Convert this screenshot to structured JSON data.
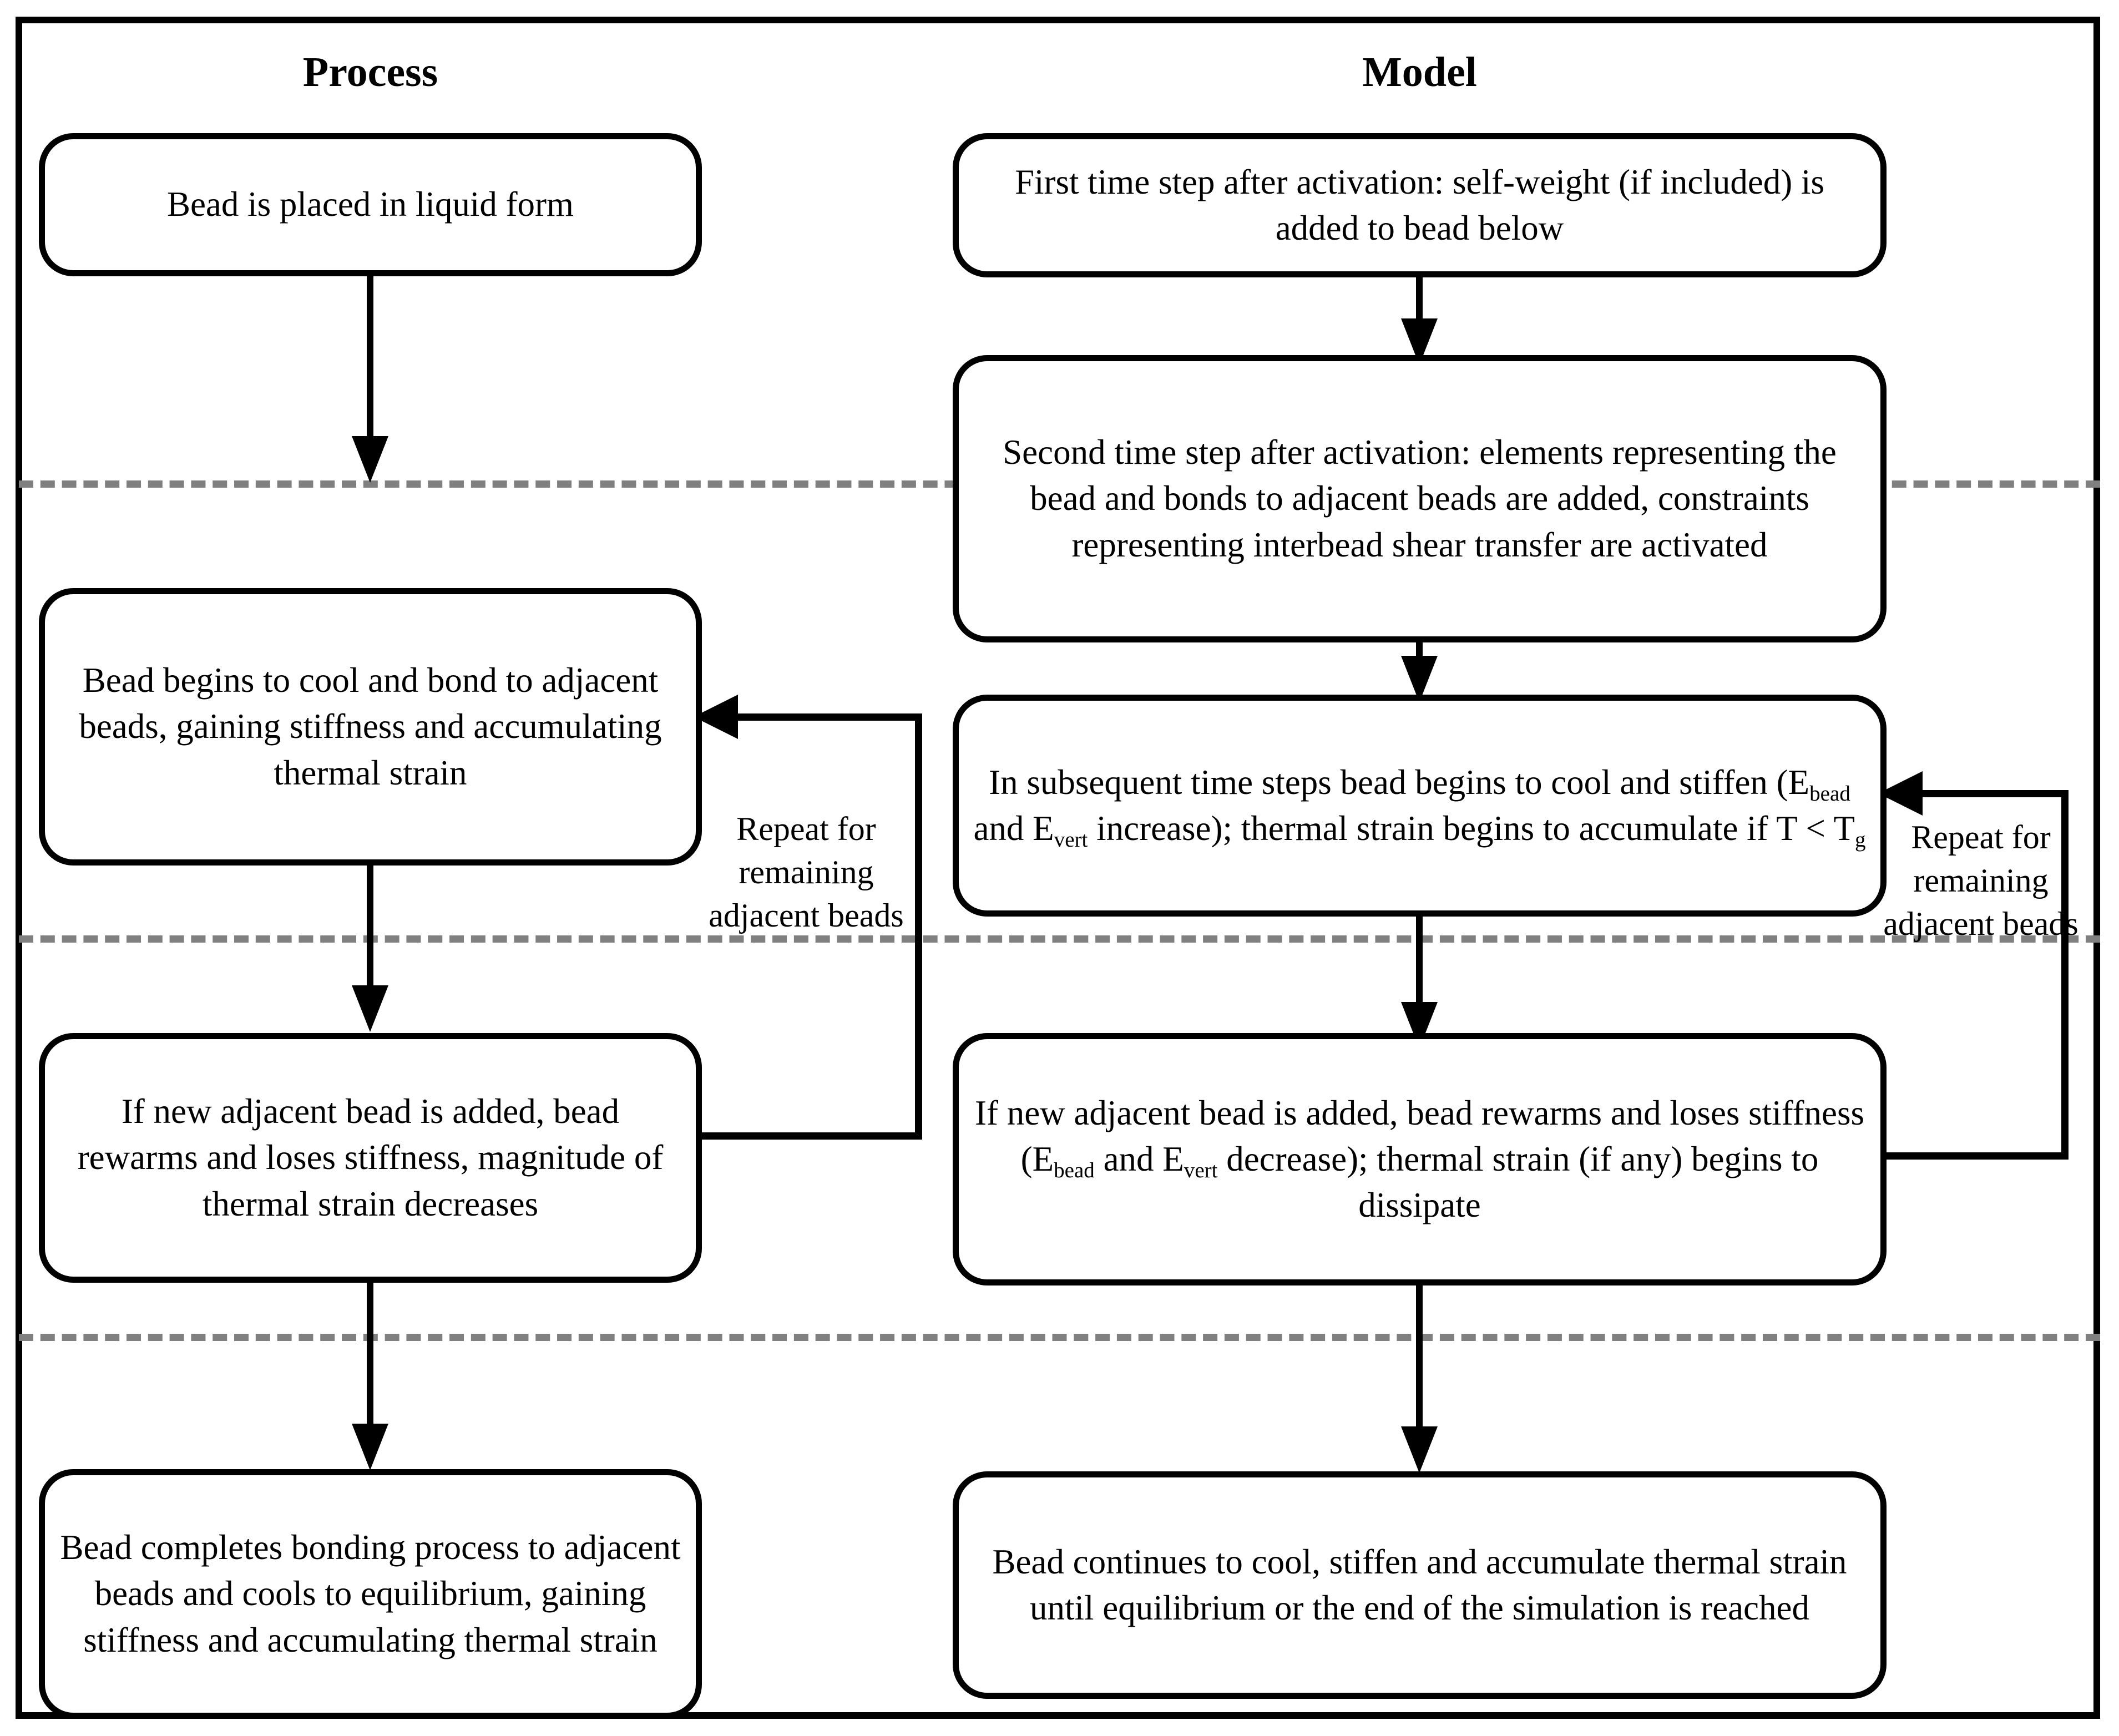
{
  "figure": {
    "type": "flowchart",
    "columns": [
      {
        "id": "process",
        "heading": "Process"
      },
      {
        "id": "model",
        "heading": "Model"
      }
    ],
    "colors": {
      "stroke": "#000000",
      "background": "#ffffff",
      "separator": "#808080"
    }
  },
  "process": {
    "heading": "Process",
    "nodes": [
      {
        "id": "p1",
        "text": "Bead is placed in liquid form"
      },
      {
        "id": "p2",
        "text": "Bead begins to cool and bond to adjacent beads, gaining stiffness and accumulating thermal strain"
      },
      {
        "id": "p3",
        "text": "If new adjacent bead is added, bead rewarms and loses stiffness, magnitude of thermal strain decreases"
      },
      {
        "id": "p4",
        "text": "Bead completes bonding process to adjacent beads and cools to equilibrium, gaining stiffness and accumulating thermal strain"
      }
    ],
    "loop_label": "Repeat for remaining adjacent beads"
  },
  "model": {
    "heading": "Model",
    "nodes": [
      {
        "id": "m1",
        "text": "First time step after activation: self-weight (if included) is added to bead below"
      },
      {
        "id": "m2",
        "text": "Second time step after activation: elements representing the bead and bonds to adjacent beads are added, constraints representing interbead shear transfer are activated"
      },
      {
        "id": "m3",
        "text_parts": [
          {
            "t": "In subsequent time steps bead begins to cool and stiffen (E"
          },
          {
            "sub": "bead"
          },
          {
            "t": " and E"
          },
          {
            "sub": "vert"
          },
          {
            "t": " increase); thermal strain begins to accumulate if T < T"
          },
          {
            "sub": "g"
          }
        ],
        "text": "In subsequent time steps bead begins to cool and stiffen (Ebead and Evert increase); thermal strain begins to accumulate if T < Tg"
      },
      {
        "id": "m4",
        "text_parts": [
          {
            "t": "If new adjacent bead is added, bead rewarms and loses stiffness (E"
          },
          {
            "sub": "bead"
          },
          {
            "t": " and E"
          },
          {
            "sub": "vert"
          },
          {
            "t": " decrease); thermal strain (if any) begins to dissipate"
          }
        ],
        "text": "If new adjacent bead is added, bead rewarms and loses stiffness (Ebead and Evert decrease); thermal strain (if any) begins to dissipate"
      },
      {
        "id": "m5",
        "text": "Bead continues to cool, stiffen and accumulate thermal strain until equilibrium or the end of the simulation is reached"
      }
    ],
    "loop_label": "Repeat for remaining adjacent beads"
  },
  "separators": {
    "count": 3
  }
}
